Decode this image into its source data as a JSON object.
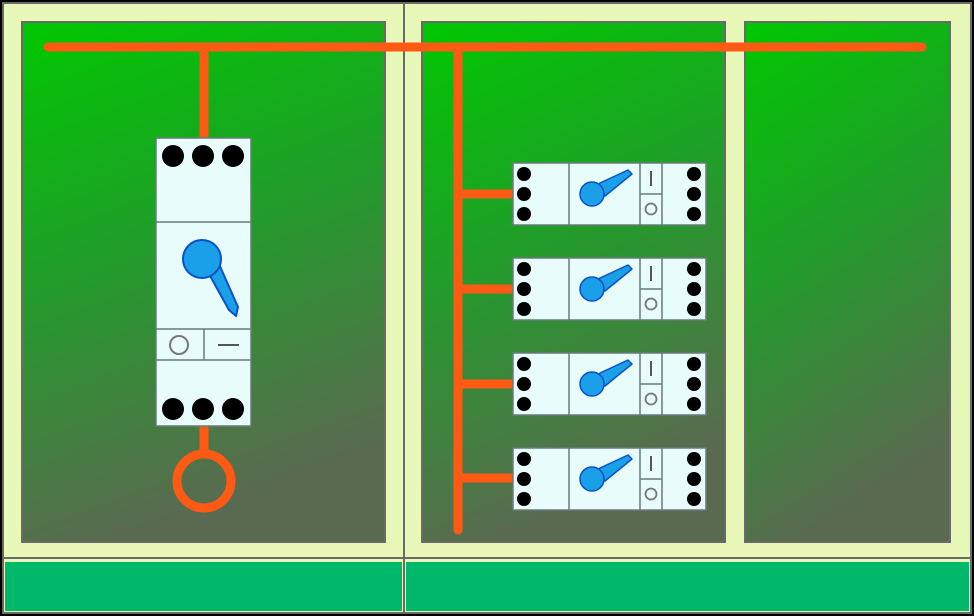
{
  "colors": {
    "background": "#000000",
    "frame": "#e8f8b8",
    "frame_border": "#6a6a6a",
    "panel_top": "#00c800",
    "panel_bottom": "#5a6a50",
    "base_strip": "#00b86a",
    "busbar": "#ff5a14",
    "breaker_body": "#e8fcfc",
    "breaker_outline": "#6a7a7a",
    "terminal": "#000000",
    "handle_fill": "#1aa0e8",
    "handle_stroke": "#0a50c8"
  },
  "main_switch": {
    "top_terminals": 3,
    "bottom_terminals": 3,
    "state_on_symbol": "I",
    "state_off_symbol": "O"
  },
  "branch_breakers": {
    "count": 4,
    "terminals_per_side": 3,
    "state_on_symbol": "I",
    "state_off_symbol": "O"
  },
  "icons": {
    "main_handle": "rotary-handle-icon",
    "breaker_handle": "toggle-lever-icon",
    "load": "ring-terminal-icon"
  }
}
